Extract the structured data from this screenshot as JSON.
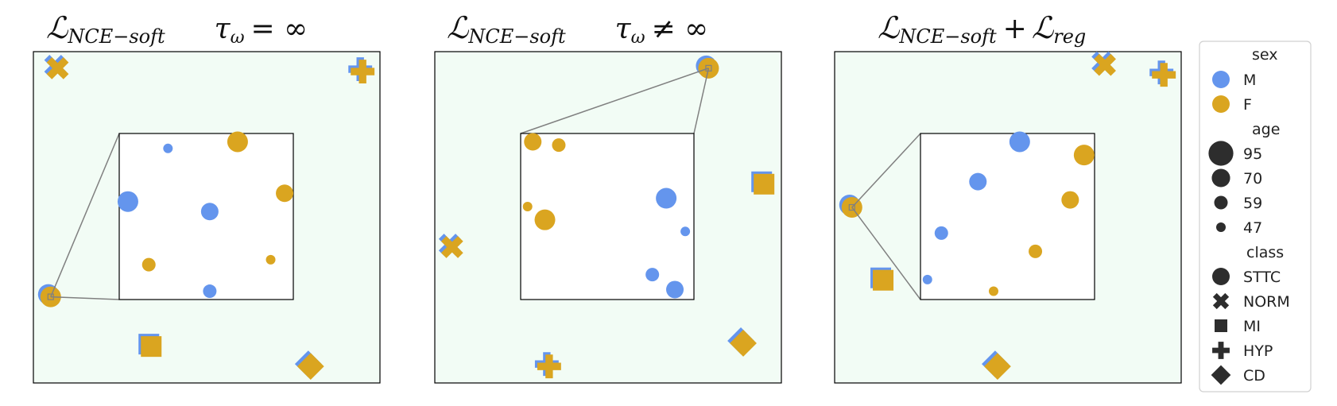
{
  "colors": {
    "M": "#6495ed",
    "F": "#daa520",
    "panel_bg": "#f2fcf5",
    "shape_dark": "#2d2d2d"
  },
  "chart_data": [
    {
      "type": "scatter",
      "title": {
        "loss": "ℒ",
        "loss_sub": "NCE−soft",
        "tau": "τ",
        "tau_sub": "ω",
        "tau_rel": "= ∞"
      },
      "points": [
        {
          "class": "NORM",
          "sex": "F",
          "x": 0.07,
          "y": 0.95,
          "age": 70
        },
        {
          "class": "HYP",
          "sex": "F",
          "x": 0.95,
          "y": 0.94,
          "age": 70
        },
        {
          "class": "STTC",
          "sex": "F",
          "x": 0.05,
          "y": 0.26,
          "age": 95
        },
        {
          "class": "MI",
          "sex": "F",
          "x": 0.34,
          "y": 0.11,
          "age": 70
        },
        {
          "class": "CD",
          "sex": "F",
          "x": 0.8,
          "y": 0.05,
          "age": 70
        }
      ],
      "inset": [
        {
          "sex": "M",
          "x": 0.28,
          "y": 0.91,
          "age": 47
        },
        {
          "sex": "F",
          "x": 0.68,
          "y": 0.95,
          "age": 95
        },
        {
          "sex": "M",
          "x": 0.05,
          "y": 0.59,
          "age": 95
        },
        {
          "sex": "M",
          "x": 0.52,
          "y": 0.53,
          "age": 70
        },
        {
          "sex": "F",
          "x": 0.95,
          "y": 0.64,
          "age": 70
        },
        {
          "sex": "F",
          "x": 0.17,
          "y": 0.21,
          "age": 59
        },
        {
          "sex": "F",
          "x": 0.87,
          "y": 0.24,
          "age": 47
        },
        {
          "sex": "M",
          "x": 0.52,
          "y": 0.05,
          "age": 59
        }
      ]
    },
    {
      "type": "scatter",
      "title": {
        "loss": "ℒ",
        "loss_sub": "NCE−soft",
        "tau": "τ",
        "tau_sub": "ω",
        "tau_rel": "≠ ∞"
      },
      "points": [
        {
          "class": "STTC",
          "sex": "F",
          "x": 0.79,
          "y": 0.95,
          "age": 95
        },
        {
          "class": "NORM",
          "sex": "F",
          "x": 0.05,
          "y": 0.41,
          "age": 95
        },
        {
          "class": "MI",
          "sex": "F",
          "x": 0.95,
          "y": 0.6,
          "age": 70
        },
        {
          "class": "HYP",
          "sex": "F",
          "x": 0.33,
          "y": 0.05,
          "age": 70
        },
        {
          "class": "CD",
          "sex": "F",
          "x": 0.89,
          "y": 0.12,
          "age": 70
        }
      ],
      "inset": [
        {
          "sex": "F",
          "x": 0.07,
          "y": 0.95,
          "age": 70
        },
        {
          "sex": "F",
          "x": 0.22,
          "y": 0.93,
          "age": 59
        },
        {
          "sex": "F",
          "x": 0.04,
          "y": 0.56,
          "age": 47
        },
        {
          "sex": "F",
          "x": 0.14,
          "y": 0.48,
          "age": 95
        },
        {
          "sex": "M",
          "x": 0.84,
          "y": 0.61,
          "age": 95
        },
        {
          "sex": "M",
          "x": 0.95,
          "y": 0.41,
          "age": 47
        },
        {
          "sex": "M",
          "x": 0.76,
          "y": 0.15,
          "age": 59
        },
        {
          "sex": "M",
          "x": 0.89,
          "y": 0.06,
          "age": 70
        }
      ]
    },
    {
      "type": "scatter",
      "title": {
        "loss": "ℒ",
        "loss_sub": "NCE−soft",
        "plus": "+",
        "reg": "ℒ",
        "reg_sub": "reg"
      },
      "points": [
        {
          "class": "NORM",
          "sex": "F",
          "x": 0.78,
          "y": 0.96,
          "age": 70
        },
        {
          "class": "HYP",
          "sex": "F",
          "x": 0.95,
          "y": 0.93,
          "age": 70
        },
        {
          "class": "STTC",
          "sex": "F",
          "x": 0.05,
          "y": 0.53,
          "age": 95
        },
        {
          "class": "MI",
          "sex": "F",
          "x": 0.14,
          "y": 0.31,
          "age": 70
        },
        {
          "class": "CD",
          "sex": "F",
          "x": 0.47,
          "y": 0.05,
          "age": 70
        }
      ],
      "inset": [
        {
          "sex": "M",
          "x": 0.57,
          "y": 0.95,
          "age": 95
        },
        {
          "sex": "F",
          "x": 0.94,
          "y": 0.87,
          "age": 95
        },
        {
          "sex": "M",
          "x": 0.33,
          "y": 0.71,
          "age": 70
        },
        {
          "sex": "F",
          "x": 0.86,
          "y": 0.6,
          "age": 70
        },
        {
          "sex": "M",
          "x": 0.12,
          "y": 0.4,
          "age": 59
        },
        {
          "sex": "F",
          "x": 0.66,
          "y": 0.29,
          "age": 59
        },
        {
          "sex": "M",
          "x": 0.04,
          "y": 0.12,
          "age": 47
        },
        {
          "sex": "F",
          "x": 0.42,
          "y": 0.05,
          "age": 47
        }
      ]
    }
  ],
  "legend": {
    "sex_title": "sex",
    "sex_items": [
      {
        "label": "M",
        "color": "#6495ed"
      },
      {
        "label": "F",
        "color": "#daa520"
      }
    ],
    "age_title": "age",
    "age_items": [
      {
        "label": "95",
        "age": 95
      },
      {
        "label": "70",
        "age": 70
      },
      {
        "label": "59",
        "age": 59
      },
      {
        "label": "47",
        "age": 47
      }
    ],
    "class_title": "class",
    "class_items": [
      {
        "label": "STTC",
        "shape": "circle"
      },
      {
        "label": "NORM",
        "shape": "cross-x"
      },
      {
        "label": "MI",
        "shape": "square"
      },
      {
        "label": "HYP",
        "shape": "plus"
      },
      {
        "label": "CD",
        "shape": "diamond"
      }
    ]
  }
}
